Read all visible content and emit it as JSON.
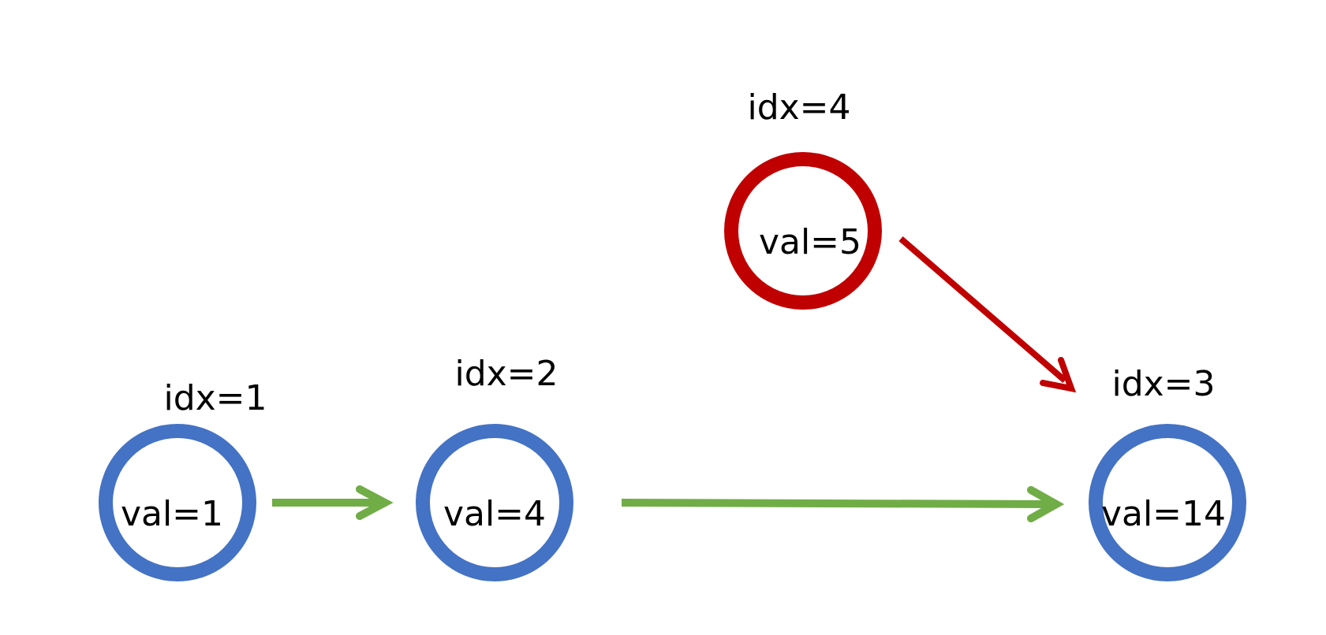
{
  "colors": {
    "background": "#ffffff",
    "blue_node": "#4472C4",
    "red_node": "#C00000",
    "green_edge": "#70AD47",
    "red_edge": "#C00000",
    "text": "#000000"
  },
  "nodes": [
    {
      "id": "n1",
      "idx_label": "idx=1",
      "val_label": "val=1",
      "color": "blue"
    },
    {
      "id": "n2",
      "idx_label": "idx=2",
      "val_label": "val=4",
      "color": "blue"
    },
    {
      "id": "n3",
      "idx_label": "idx=3",
      "val_label": "val=14",
      "color": "blue"
    },
    {
      "id": "n4",
      "idx_label": "idx=4",
      "val_label": "val=5",
      "color": "red"
    }
  ],
  "edges": [
    {
      "from": "n1",
      "to": "n2",
      "color": "green"
    },
    {
      "from": "n2",
      "to": "n3",
      "color": "green"
    },
    {
      "from": "n4",
      "to": "n3",
      "color": "red"
    }
  ]
}
